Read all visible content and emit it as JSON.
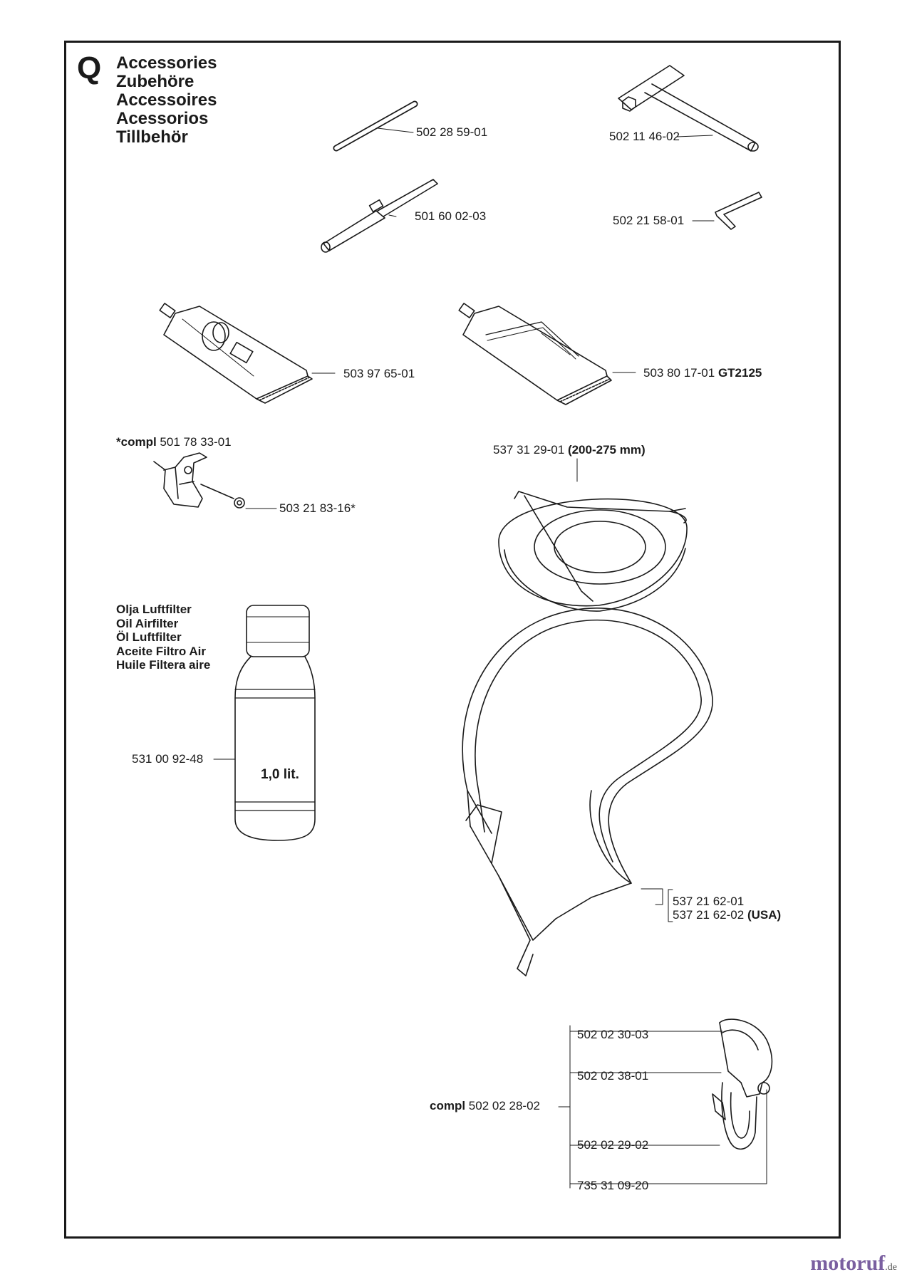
{
  "section": {
    "letter": "Q",
    "titles": [
      "Accessories",
      "Zubehöre",
      "Accessoires",
      "Acessorios",
      "Tillbehör"
    ]
  },
  "parts": {
    "p1": "502 28 59-01",
    "p2": "502 11 46-02",
    "p3": "501 60 02-03",
    "p4": "502 21 58-01",
    "p5": "503 97 65-01",
    "p6": {
      "num": "503 80 17-01",
      "suffix": "GT2125"
    },
    "p7": {
      "prefix": "*compl",
      "num": "501 78 33-01"
    },
    "p8": {
      "num": "537 31 29-01",
      "suffix": "(200-275 mm)"
    },
    "p9": "503 21 83-16*",
    "p10": "531 00 92-48",
    "p11": "537 21 62-01",
    "p12": {
      "num": "537 21 62-02",
      "suffix": "(USA)"
    },
    "p13": "502 02 30-03",
    "p14": "502 02 38-01",
    "p15": {
      "prefix": "compl",
      "num": "502 02 28-02"
    },
    "p16": "502 02 29-02",
    "p17": "735 31 09-20"
  },
  "oil_filter_labels": [
    "Olja Luftfilter",
    "Oil Airfilter",
    "Öl Luftfilter",
    "Aceite Filtro Air",
    "Huile Filtera aire"
  ],
  "bottle_label": "1,0 lit.",
  "footer": {
    "brand": "motoruf",
    "tld": ".de"
  }
}
